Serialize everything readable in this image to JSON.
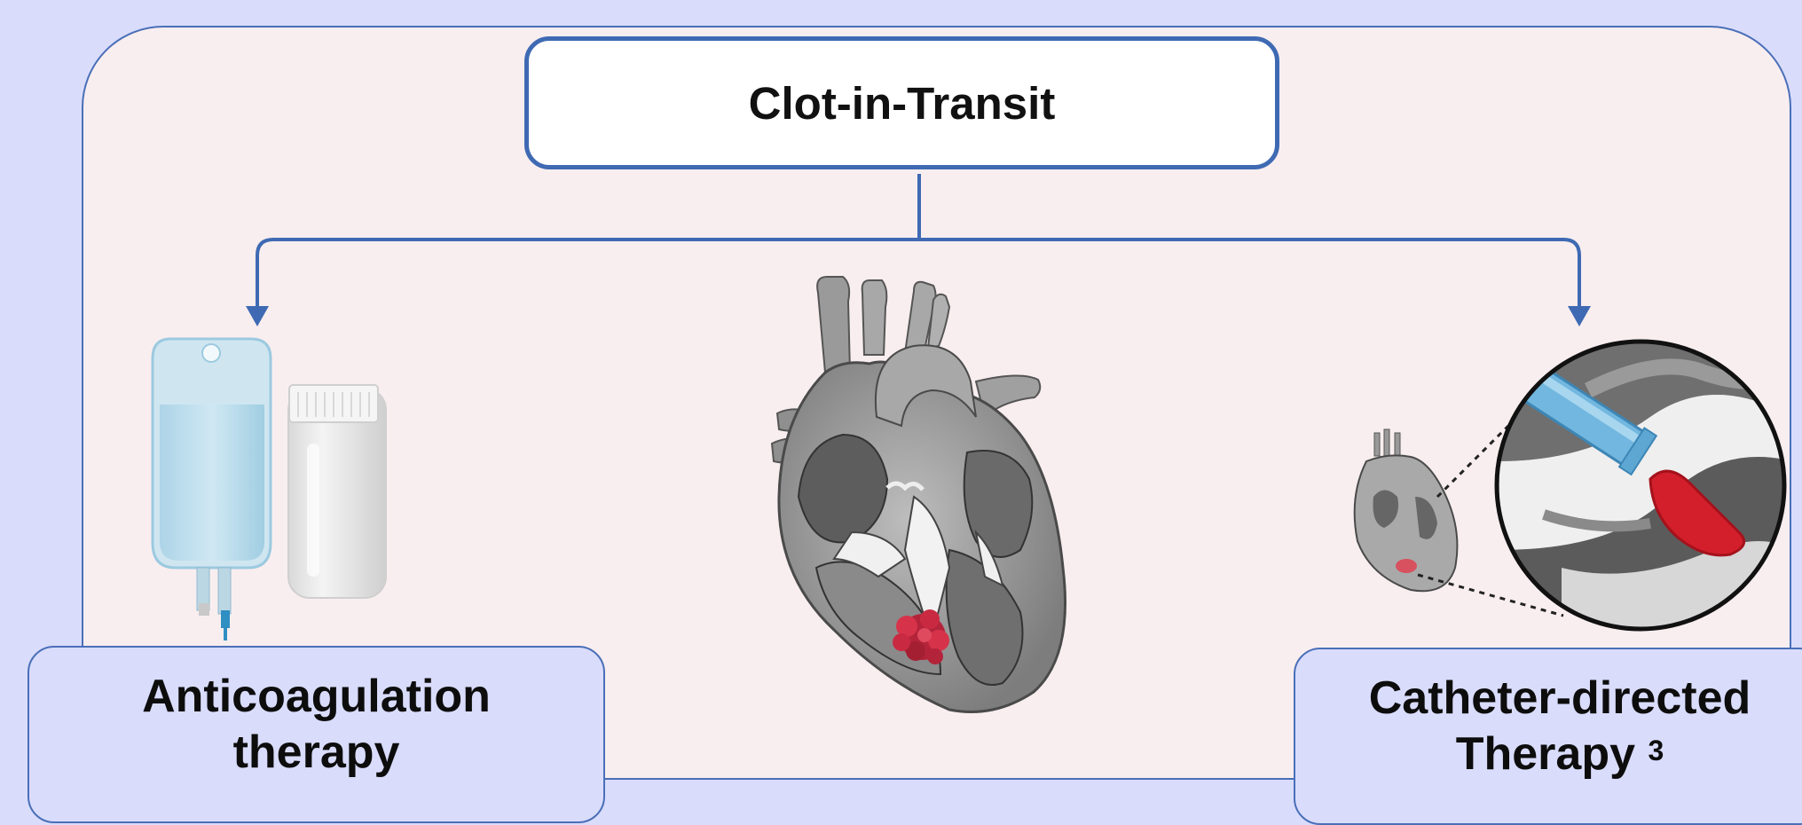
{
  "diagram": {
    "title": "Clot-in-Transit",
    "left_option": {
      "line1": "Anticoagulation",
      "line2": "therapy"
    },
    "right_option": {
      "line1": "Catheter-directed",
      "line2": "Therapy",
      "reference": "3"
    },
    "colors": {
      "background": "#d9dcfb",
      "panel": "#f9eeef",
      "connector": "#3f6ab3",
      "clot": "#c0273a"
    }
  }
}
